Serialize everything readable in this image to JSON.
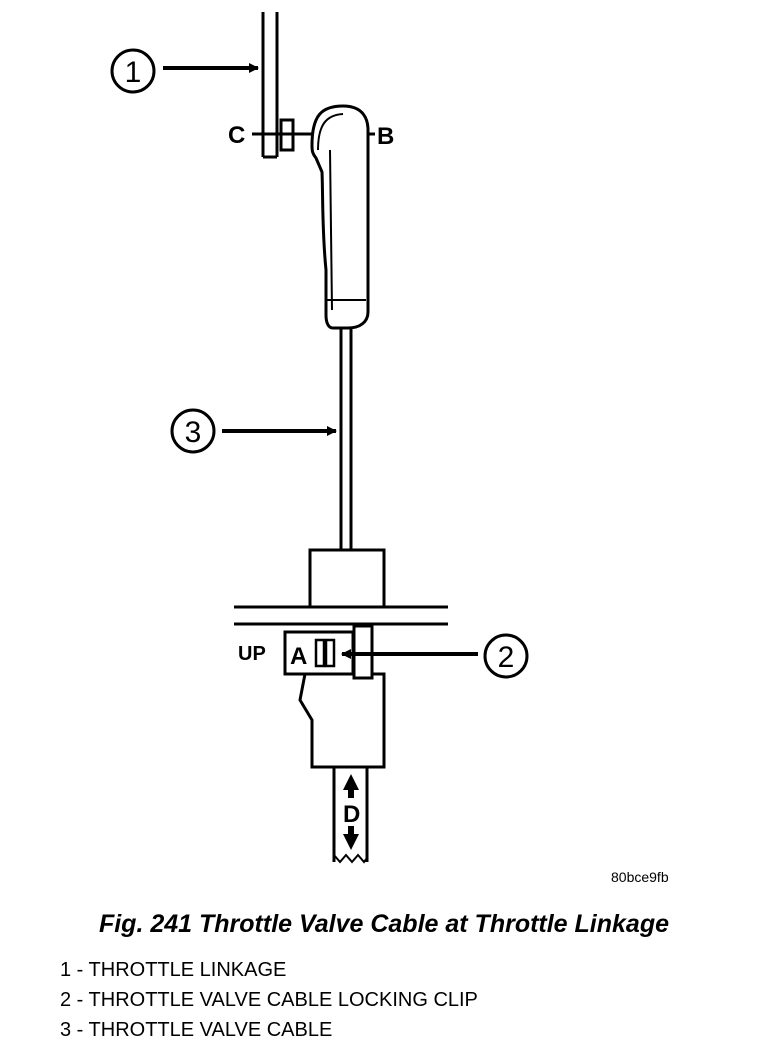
{
  "diagram": {
    "callouts": [
      "1",
      "2",
      "3"
    ],
    "point_labels": {
      "b": "B",
      "c": "C",
      "a": "A",
      "d": "D"
    },
    "up_label": "UP",
    "image_code": "80bce9fb"
  },
  "caption": "Fig. 241 Throttle Valve Cable at Throttle Linkage",
  "legend": [
    "1 - THROTTLE LINKAGE",
    "2 - THROTTLE VALVE CABLE LOCKING CLIP",
    "3 - THROTTLE VALVE CABLE"
  ]
}
